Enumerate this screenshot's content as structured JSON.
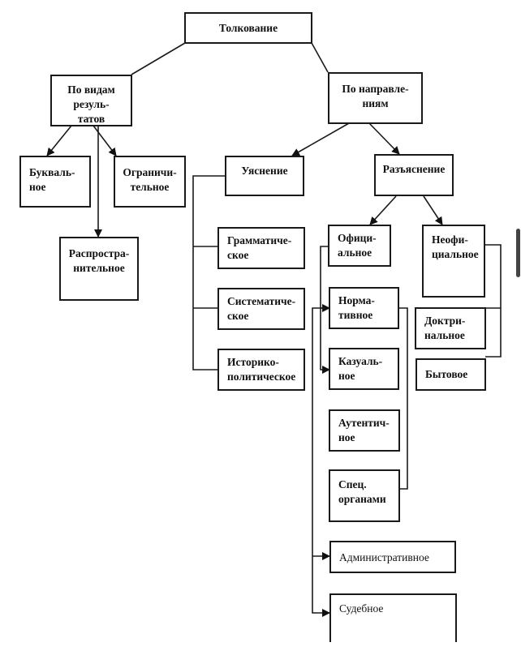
{
  "diagram": {
    "root": {
      "label": "Толкование"
    },
    "by_results": {
      "label_lines": [
        "По видам резуль-",
        "татов"
      ],
      "children": {
        "literal": {
          "label_lines": [
            "Букваль-",
            "ное"
          ]
        },
        "restrictive": {
          "label_lines": [
            "Ограничи-",
            "тельное"
          ]
        },
        "extensive": {
          "label_lines": [
            "Распростра-",
            "нительное"
          ]
        }
      }
    },
    "by_direction": {
      "label_lines": [
        "По направле-",
        "ниям"
      ],
      "clarification": {
        "label": "Уяснение",
        "methods": [
          {
            "label_lines": [
              "Грамматиче-",
              "ское"
            ]
          },
          {
            "label_lines": [
              "Систематиче-",
              "ское"
            ]
          },
          {
            "label_lines": [
              "Историко-",
              "политическое"
            ]
          }
        ]
      },
      "explanation": {
        "label": "Разъяснение",
        "official": {
          "label_lines": [
            "Офици-",
            "альное"
          ],
          "normative": {
            "label_lines": [
              "Норма-",
              "тивное"
            ]
          },
          "casual": {
            "label_lines": [
              "Казуаль-",
              "ное"
            ]
          },
          "authentic": {
            "label_lines": [
              "Аутентич-",
              "ное"
            ]
          },
          "special_bodies": {
            "label_lines": [
              "Спец.",
              "органами"
            ]
          },
          "administrative": {
            "label": "Административное"
          },
          "judicial": {
            "label": "Судебное"
          }
        },
        "unofficial": {
          "label_lines": [
            "Неофи-",
            "циальное"
          ],
          "doctrinal": {
            "label_lines": [
              "Доктри-",
              "нальное"
            ]
          },
          "everyday": {
            "label": "Бытовое"
          }
        }
      }
    }
  }
}
